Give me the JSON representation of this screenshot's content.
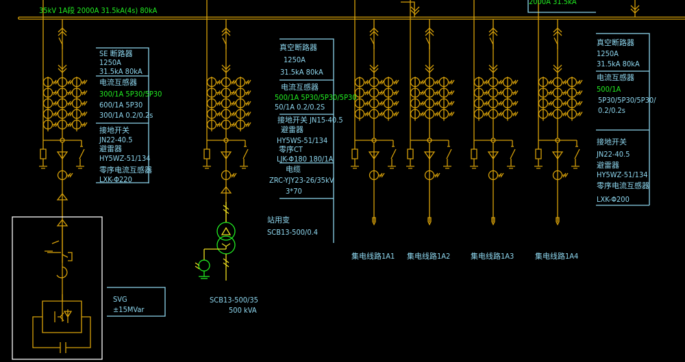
{
  "colors": {
    "equipment": "#d9a20a",
    "text": "#8fd8f0",
    "highlight": "#22ee22",
    "transformer": "#f0e020",
    "frame": "#ffffff"
  },
  "bus": {
    "label": "35kV 1A段 2000A 31.5kA(4s)  80kA",
    "top_right_label": "2000A 31.5kA"
  },
  "svg_feeder": {
    "info": [
      "SE 断路器",
      "1250A",
      "31.5kA  80kA",
      "电流互感器",
      "300/1A 5P30/5P30",
      "600/1A 5P30",
      "300/1A 0.2/0.2s",
      "接地开关",
      "JN22-40.5",
      "避雷器",
      "HY5WZ-51/134",
      "零序电流互感器",
      "LXK-Φ220"
    ],
    "device": [
      "SVG",
      "±15MVar"
    ]
  },
  "station_feeder": {
    "info": [
      "真空断路器",
      "1250A",
      "31.5kA  80kA",
      "电流互感器",
      "500/1A 5P30/5P30/5P30",
      "50/1A  0.2/0.2S",
      "接地开关  JN15-40.5",
      "避雷器",
      "HY5WS-51/134",
      "零序CT",
      "LJK-Φ180  180/1A",
      "电缆",
      "ZRC-YJY23-26/35kV",
      "3*70",
      "站用变",
      "SCB13-500/0.4"
    ],
    "transformer": [
      "SCB13-500/35",
      "500 kVA"
    ]
  },
  "line_feeders": [
    {
      "label": "集电线路1A1"
    },
    {
      "label": "集电线路1A2"
    },
    {
      "label": "集电线路1A3"
    },
    {
      "label": "集电线路1A4"
    }
  ],
  "line_info": [
    "真空断路器",
    "1250A",
    "31.5kA  80kA",
    "电流互感器",
    "500/1A",
    "5P30/5P30/5P30/",
    "0.2/0.2s",
    "接地开关",
    "JN22-40.5",
    "避雷器",
    "HY5WZ-51/134",
    "零序电流互感器",
    "LXK-Φ200"
  ]
}
